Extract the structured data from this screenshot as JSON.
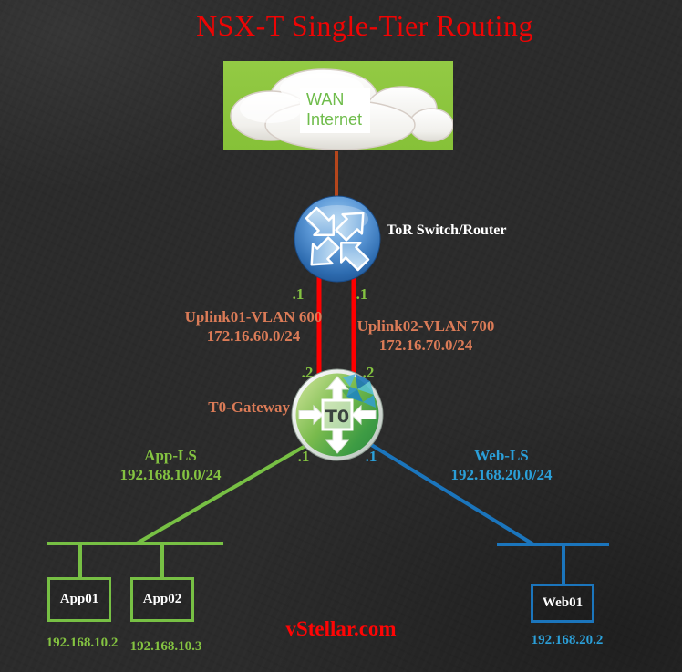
{
  "title": "NSX-T Single-Tier Routing",
  "watermark": "vStellar.com",
  "cloud": {
    "label_line1": "WAN",
    "label_line2": "Internet"
  },
  "tor": {
    "label": "ToR Switch/Router"
  },
  "uplinks": [
    {
      "name": "Uplink01-VLAN 600",
      "subnet": "172.16.60.0/24",
      "tor_port": ".1",
      "gw_port": ".2"
    },
    {
      "name": "Uplink02-VLAN 700",
      "subnet": "172.16.70.0/24",
      "tor_port": ".1",
      "gw_port": ".2"
    }
  ],
  "gateway": {
    "label": "T0-Gateway",
    "icon_text": "T0",
    "app_port": ".1",
    "web_port": ".1"
  },
  "segments": [
    {
      "name": "App-LS",
      "subnet": "192.168.10.0/24"
    },
    {
      "name": "Web-LS",
      "subnet": "192.168.20.0/24"
    }
  ],
  "vms": [
    {
      "name": "App01",
      "ip": "192.168.10.2"
    },
    {
      "name": "App02",
      "ip": "192.168.10.3"
    },
    {
      "name": "Web01",
      "ip": "192.168.20.2"
    }
  ],
  "colors": {
    "background": "#2b2b2b",
    "title_red": "#ee0404",
    "watermark_red": "#fe0505",
    "uplink_orange": "#db7b57",
    "uplink_line_red": "#fe0000",
    "wan_link_rust": "#b5461c",
    "app_green_line": "#77c044",
    "app_green_text": "#84c341",
    "web_blue_line": "#1b75bc",
    "web_blue_text": "#2b9fd8",
    "cloud_background_green": "#8cc63f",
    "label_white": "#ffffff"
  }
}
